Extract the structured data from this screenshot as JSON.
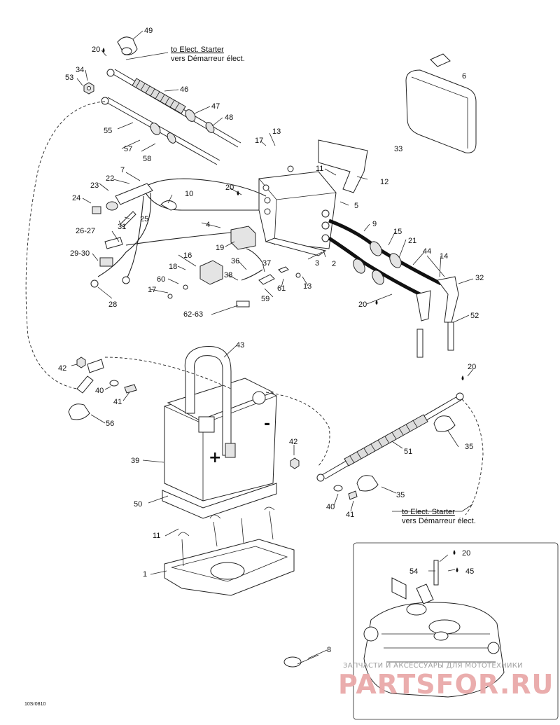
{
  "callouts": {
    "c49": "49",
    "c20a": "20",
    "c34": "34",
    "c53": "53",
    "c46": "46",
    "c47": "47",
    "c48": "48",
    "c55": "55",
    "c57": "57",
    "c58": "58",
    "c7": "7",
    "c22": "22",
    "c23": "23",
    "c24": "24",
    "c10": "10",
    "c25": "25",
    "c31": "31",
    "c20b": "20",
    "c17a": "17",
    "c13a": "13",
    "c11a": "11",
    "c12": "12",
    "c5": "5",
    "c6": "6",
    "c33": "33",
    "c4": "4",
    "c26": "26-27",
    "c19": "19",
    "c29": "29-30",
    "c16": "16",
    "c18": "18",
    "c36": "36",
    "c37": "37",
    "c38": "38",
    "c3": "3",
    "c2": "2",
    "c9": "9",
    "c15": "15",
    "c21": "21",
    "c44": "44",
    "c14": "14",
    "c32": "32",
    "c60": "60",
    "c17b": "17",
    "c28": "28",
    "c59": "59",
    "c61": "61",
    "c13b": "13",
    "c62": "62-63",
    "c20c": "20",
    "c52": "52",
    "c43": "43",
    "c42a": "42",
    "c40a": "40",
    "c41a": "41",
    "c56": "56",
    "c20d": "20",
    "c39": "39",
    "c42b": "42",
    "c51": "51",
    "c35a": "35",
    "c35b": "35",
    "c50": "50",
    "c40b": "40",
    "c41b": "41",
    "c11b": "11",
    "c1": "1",
    "c20e": "20",
    "c54": "54",
    "c45": "45",
    "c8": "8"
  },
  "notes": {
    "starter_top_en": "to Elect. Starter",
    "starter_top_fr": "vers Démarreur élect.",
    "starter_bottom_en": "to Elect. Starter",
    "starter_bottom_fr": "vers Démarreur élect."
  },
  "battery_signs": {
    "plus": "+",
    "minus": "-"
  },
  "drawing_code": "10Sr0810",
  "watermark": {
    "line1": "ЗАПЧАСТИ И АКСЕССУАРЫ ДЛЯ МОТОТЕХНИКИ",
    "line2": "PARTSFOR.RU"
  }
}
